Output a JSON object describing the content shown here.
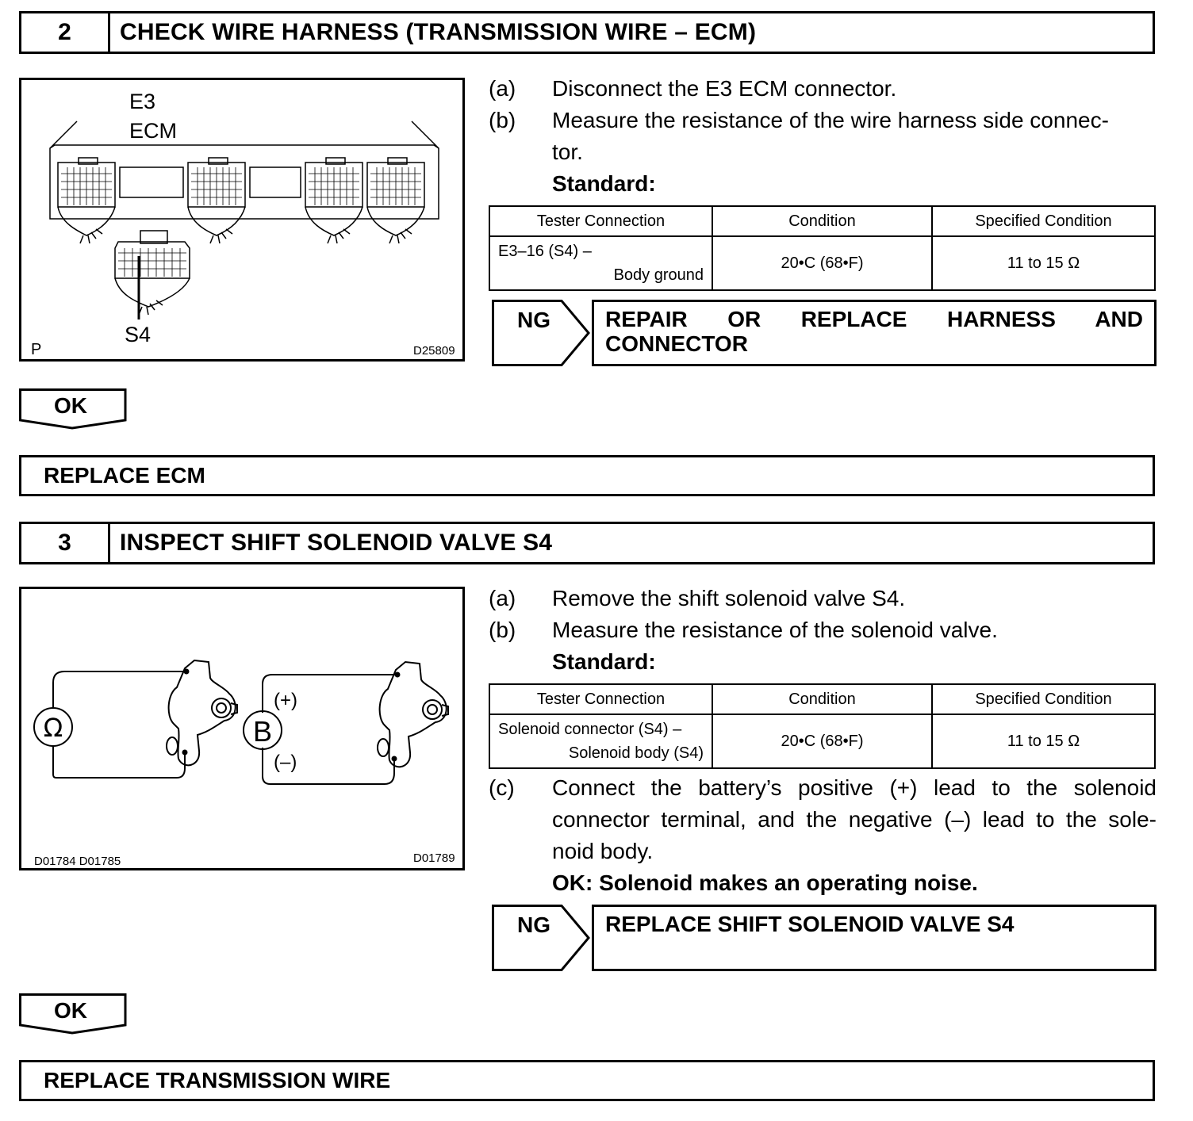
{
  "step2": {
    "number": "2",
    "title": "CHECK WIRE HARNESS (TRANSMISSION WIRE – ECM)",
    "figure": {
      "label_e3": "E3",
      "label_ecm": "ECM",
      "label_s4": "S4",
      "label_p": "P",
      "code": "D25809"
    },
    "instructions": [
      {
        "label": "(a)",
        "text": "Disconnect the E3 ECM connector."
      },
      {
        "label": "(b)",
        "text": "Measure the resistance of the wire harness side connec-",
        "continuation": "tor."
      }
    ],
    "standard_label": "Standard:",
    "table": {
      "headers": [
        "Tester Connection",
        "Condition",
        "Specified Condition"
      ],
      "row": {
        "tester_line1": "E3–16 (S4) –",
        "tester_line2": "Body ground",
        "condition": "20•C (68•F)",
        "specified": "11 to 15 Ω"
      }
    },
    "ng": {
      "label": "NG",
      "text": "REPAIR OR REPLACE HARNESS AND CONNECTOR"
    }
  },
  "ok_label_1": "OK",
  "result_1": "REPLACE ECM",
  "step3": {
    "number": "3",
    "title": "INSPECT SHIFT SOLENOID VALVE S4",
    "figure": {
      "ohm_symbol": "Ω",
      "battery_symbol": "B",
      "plus_label": "(+)",
      "minus_label": "(–)",
      "codes_left": "D01784  D01785",
      "code_right": "D01789"
    },
    "instructions": [
      {
        "label": "(a)",
        "text": "Remove the shift solenoid valve S4."
      },
      {
        "label": "(b)",
        "text": "Measure the resistance of the solenoid valve."
      }
    ],
    "standard_label": "Standard:",
    "table": {
      "headers": [
        "Tester Connection",
        "Condition",
        "Specified Condition"
      ],
      "row": {
        "tester_line1": "Solenoid connector (S4) –",
        "tester_line2": "Solenoid body (S4)",
        "condition": "20•C (68•F)",
        "specified": "11 to 15 Ω"
      }
    },
    "instruction_c": {
      "label": "(c)",
      "lines": [
        "Connect the battery’s positive (+) lead to the solenoid",
        "connector terminal, and the negative (–) lead to the sole-",
        "noid body."
      ]
    },
    "ok_result": "OK: Solenoid makes an operating noise.",
    "ng": {
      "label": "NG",
      "text": "REPLACE SHIFT SOLENOID VALVE S4"
    }
  },
  "ok_label_2": "OK",
  "result_2": "REPLACE TRANSMISSION WIRE",
  "colors": {
    "ink": "#000000",
    "paper": "#ffffff"
  }
}
